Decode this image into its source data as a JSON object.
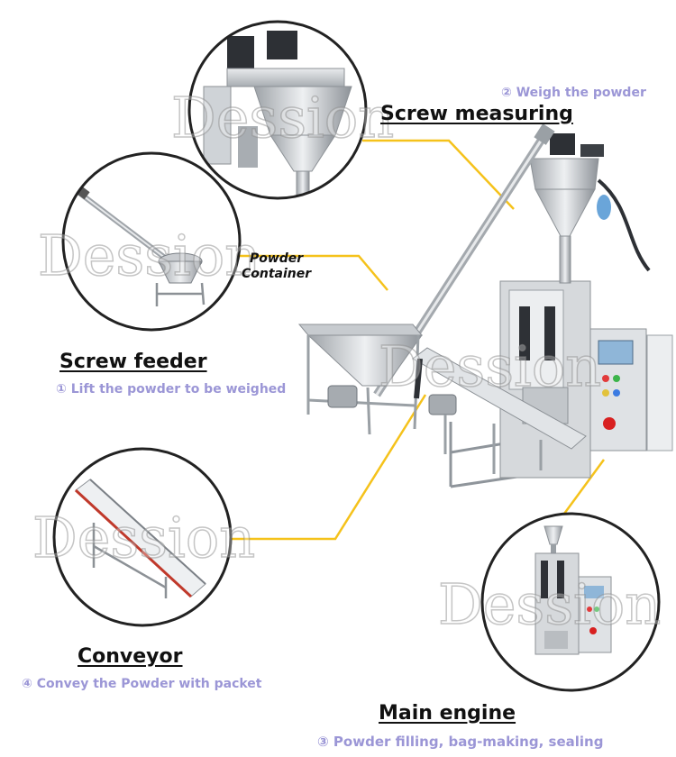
{
  "watermark": "Dession",
  "components": {
    "screw_measuring": {
      "title": "Screw measuring",
      "step": "② Weigh the powder"
    },
    "screw_feeder": {
      "title": "Screw feeder",
      "step": "① Lift the powder to be weighed"
    },
    "conveyor": {
      "title": "Conveyor",
      "step": "④ Convey the Powder with packet"
    },
    "main_engine": {
      "title": "Main engine",
      "step": "③ Powder filling, bag-making, sealing"
    },
    "powder_container": {
      "line1": "Powder",
      "line2": "Container"
    }
  },
  "colors": {
    "leader_line": "#f5c21b",
    "step_text": "#9b96d6",
    "circle_border": "#222222",
    "steel": "#c9ccd0"
  }
}
